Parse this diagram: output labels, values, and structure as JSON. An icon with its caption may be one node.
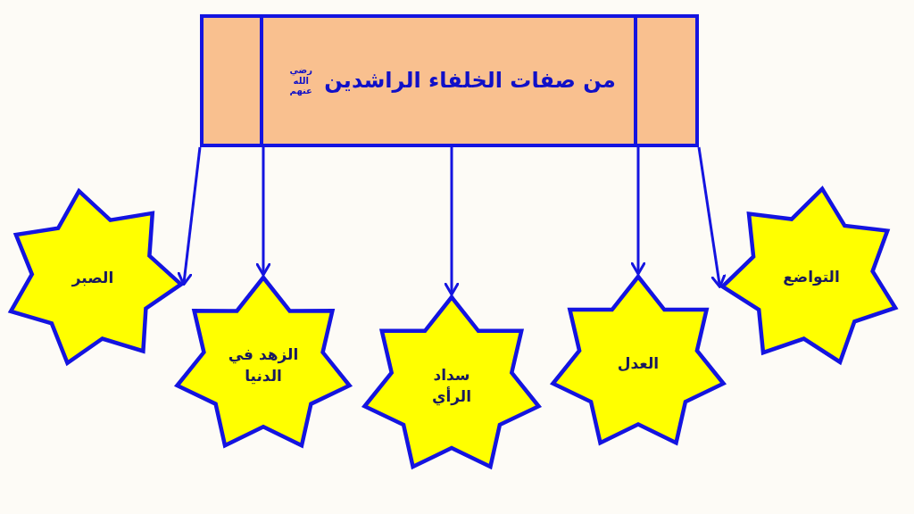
{
  "diagram": {
    "nodes": [
      {
        "text": [
          "من صفات الخلفاء الراشدين",
          "رضي الله عنهم"
        ]
      },
      {
        "text": [
          "التواضع"
        ]
      },
      {
        "text": [
          "العدل"
        ]
      },
      {
        "text": [
          "سداد الرأي"
        ]
      },
      {
        "text": [
          "الزهد في الدنيا"
        ]
      },
      {
        "text": [
          "الصبر"
        ]
      }
    ],
    "edges": [
      {
        "from": 0,
        "to": 1,
        "arrow": "to"
      },
      {
        "from": 0,
        "to": 2,
        "arrow": "to"
      },
      {
        "from": 0,
        "to": 3,
        "arrow": "to"
      },
      {
        "from": 0,
        "to": 4,
        "arrow": "to"
      },
      {
        "from": 0,
        "to": 5,
        "arrow": "to"
      }
    ]
  }
}
